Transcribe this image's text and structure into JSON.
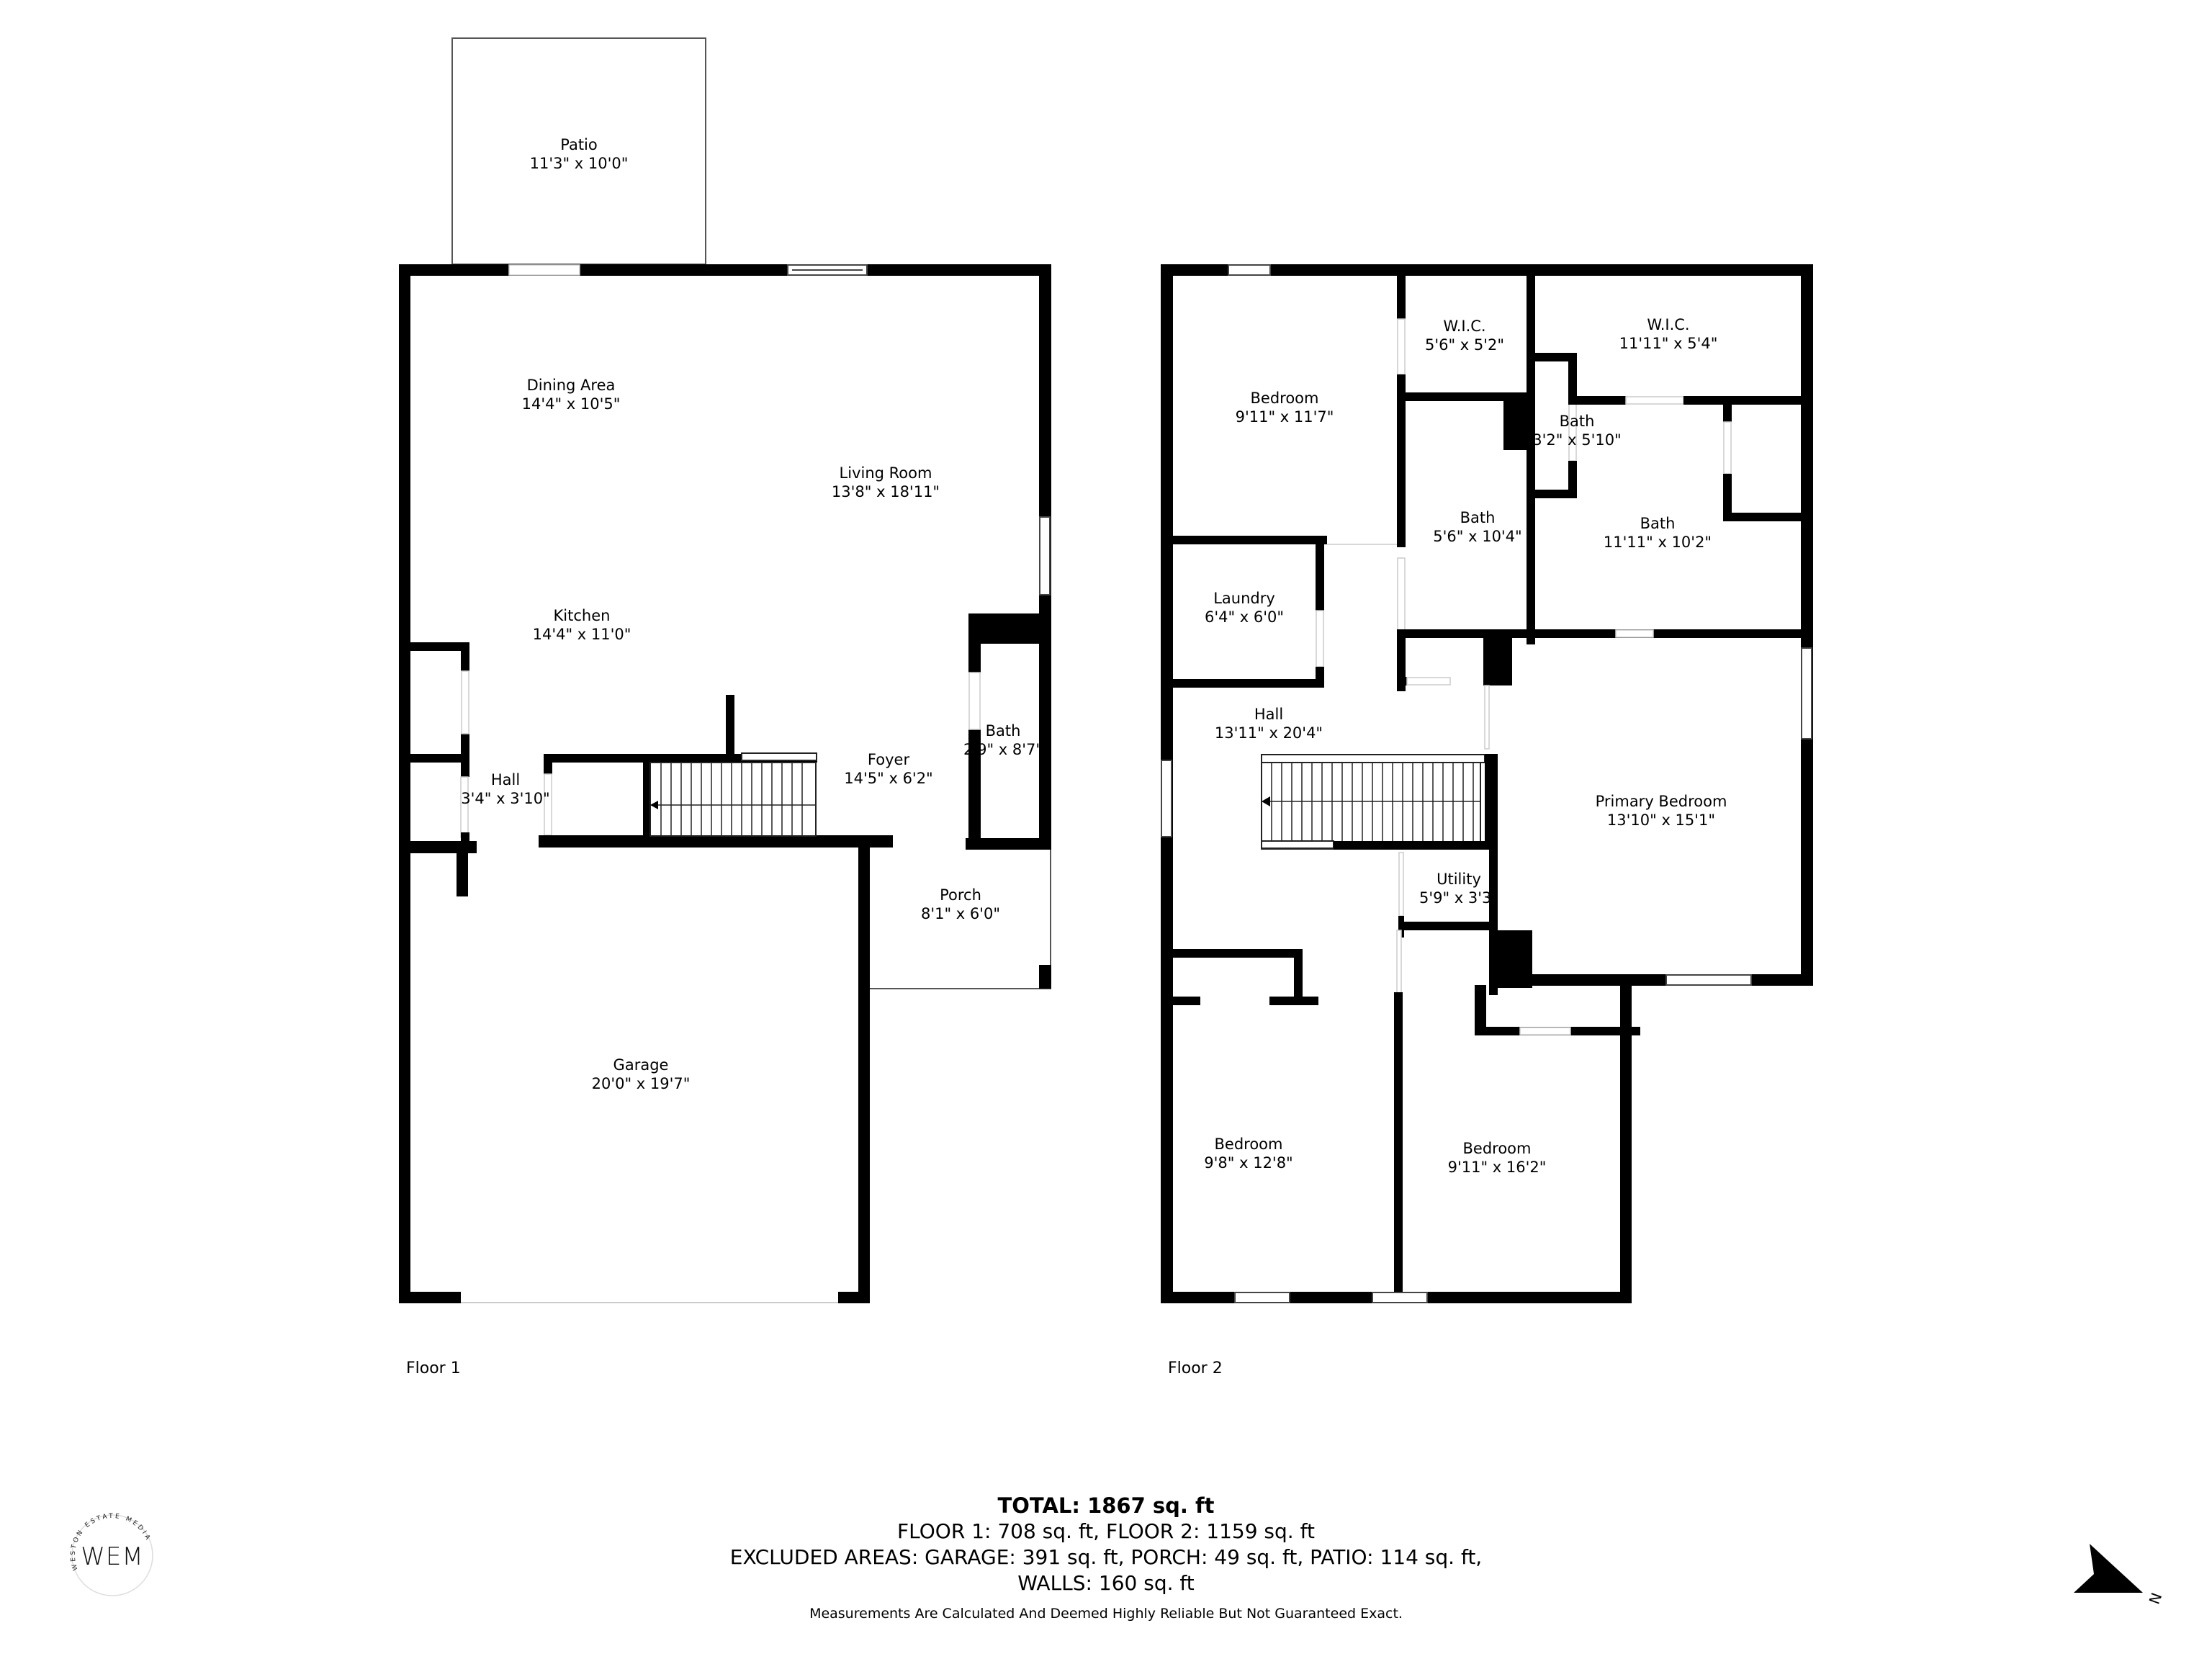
{
  "floors": [
    {
      "label": "Floor 1",
      "rooms": [
        {
          "name": "Patio",
          "size": "11'3\" x 10'0\""
        },
        {
          "name": "Dining Area",
          "size": "14'4\" x 10'5\""
        },
        {
          "name": "Living Room",
          "size": "13'8\" x 18'11\""
        },
        {
          "name": "Kitchen",
          "size": "14'4\" x 11'0\""
        },
        {
          "name": "Hall",
          "size": "3'4\" x 3'10\""
        },
        {
          "name": "Foyer",
          "size": "14'5\" x 6'2\""
        },
        {
          "name": "Bath",
          "size": "2'9\" x 8'7\""
        },
        {
          "name": "Porch",
          "size": "8'1\" x 6'0\""
        },
        {
          "name": "Garage",
          "size": "20'0\" x 19'7\""
        }
      ]
    },
    {
      "label": "Floor 2",
      "rooms": [
        {
          "name": "Bedroom",
          "size": "9'11\" x 11'7\""
        },
        {
          "name": "W.I.C.",
          "size": "5'6\" x 5'2\""
        },
        {
          "name": "W.I.C.",
          "size": "11'11\" x 5'4\""
        },
        {
          "name": "Bath",
          "size": "3'2\" x 5'10\""
        },
        {
          "name": "Bath",
          "size": "5'6\" x 10'4\""
        },
        {
          "name": "Bath",
          "size": "11'11\" x 10'2\""
        },
        {
          "name": "Laundry",
          "size": "6'4\" x 6'0\""
        },
        {
          "name": "Hall",
          "size": "13'11\" x 20'4\""
        },
        {
          "name": "Primary Bedroom",
          "size": "13'10\" x 15'1\""
        },
        {
          "name": "Utility",
          "size": "5'9\" x 3'3\""
        },
        {
          "name": "Bedroom",
          "size": "9'8\" x 12'8\""
        },
        {
          "name": "Bedroom",
          "size": "9'11\" x 16'2\""
        }
      ]
    }
  ],
  "summary": {
    "total": "TOTAL: 1867 sq. ft",
    "floors_line": "FLOOR 1: 708 sq. ft, FLOOR 2: 1159 sq. ft",
    "excluded_line": "EXCLUDED AREAS: GARAGE: 391 sq. ft, PORCH: 49 sq. ft, PATIO: 114 sq. ft,",
    "walls_line": "WALLS: 160 sq. ft",
    "disclaimer": "Measurements Are Calculated And Deemed Highly Reliable But Not Guaranteed Exact."
  },
  "logo": {
    "ring_text": "WESTON ESTATE MEDIA",
    "monogram": "WEM"
  },
  "compass": {
    "icon": "north-arrow-icon",
    "letter": "N"
  },
  "colors": {
    "wall": "#000000",
    "background": "#ffffff",
    "outline": "#555555"
  }
}
